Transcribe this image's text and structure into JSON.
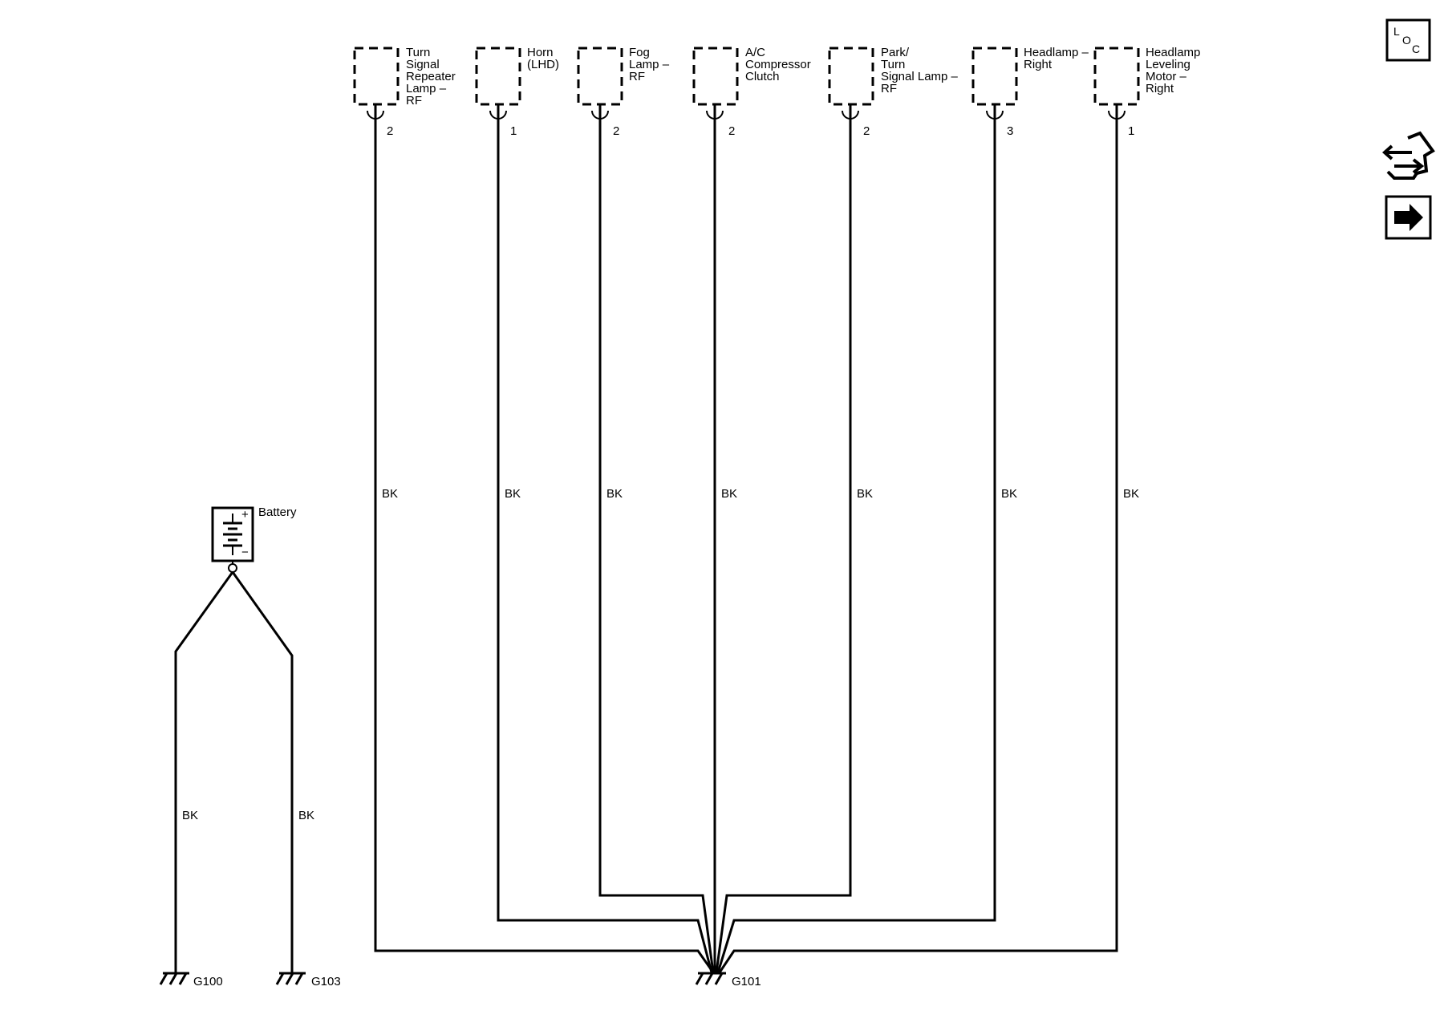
{
  "components": [
    {
      "name": "Turn Signal Repeater Lamp – RF",
      "lines": [
        "Turn",
        "Signal",
        "Repeater",
        "Lamp –",
        "RF"
      ],
      "pin": "2",
      "wire_color": "BK"
    },
    {
      "name": "Horn (LHD)",
      "lines": [
        "Horn",
        "(LHD)"
      ],
      "pin": "1",
      "wire_color": "BK"
    },
    {
      "name": "Fog Lamp – RF",
      "lines": [
        "Fog",
        "Lamp –",
        "RF"
      ],
      "pin": "2",
      "wire_color": "BK"
    },
    {
      "name": "A/C Compressor Clutch",
      "lines": [
        "A/C",
        "Compressor",
        "Clutch"
      ],
      "pin": "2",
      "wire_color": "BK"
    },
    {
      "name": "Park/Turn Signal Lamp – RF",
      "lines": [
        "Park/",
        "Turn",
        "Signal Lamp –",
        "RF"
      ],
      "pin": "2",
      "wire_color": "BK"
    },
    {
      "name": "Headlamp – Right",
      "lines": [
        "Headlamp –",
        "Right"
      ],
      "pin": "3",
      "wire_color": "BK"
    },
    {
      "name": "Headlamp Leveling Motor – Right",
      "lines": [
        "Headlamp",
        "Leveling",
        "Motor –",
        "Right"
      ],
      "pin": "1",
      "wire_color": "BK"
    }
  ],
  "battery": {
    "label": "Battery",
    "plus": "+",
    "minus": "−",
    "wires": [
      {
        "color": "BK",
        "ground": "G100"
      },
      {
        "color": "BK",
        "ground": "G103"
      }
    ]
  },
  "main_ground": "G101",
  "nav": {
    "loc_letters": [
      "L",
      "O",
      "C"
    ],
    "loc_icon": "loc-icon",
    "connector_icon": "connector-list-icon",
    "next_icon": "next-page-arrow-icon"
  }
}
